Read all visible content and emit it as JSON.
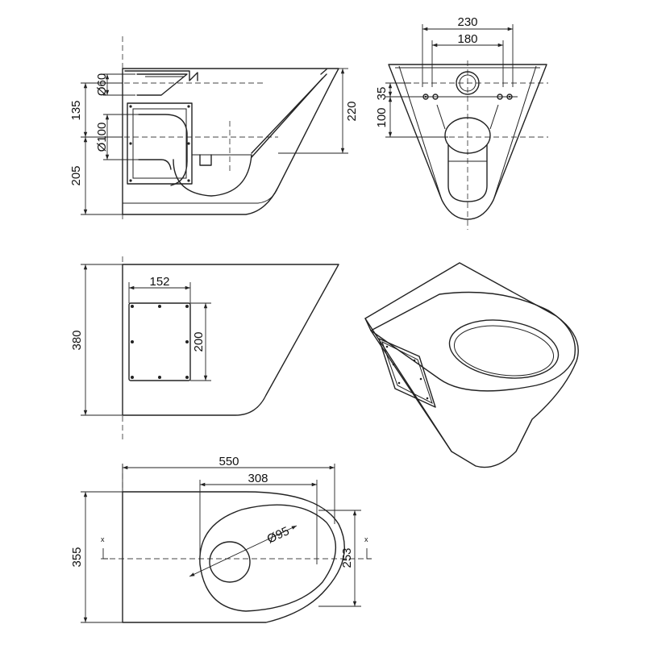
{
  "dimensions": {
    "side_view": {
      "d60": "Ø60",
      "d100": "Ø100",
      "h135": "135",
      "h205": "205",
      "h220": "220"
    },
    "front_view": {
      "w230": "230",
      "w180": "180",
      "h100": "100",
      "h35": "35"
    },
    "panel_view": {
      "h380": "380",
      "w152": "152",
      "h200": "200"
    },
    "top_view": {
      "l550": "550",
      "l308": "308",
      "d95": "Ø95",
      "w355": "355",
      "w253": "253",
      "section_mark_left": "x",
      "section_mark_right": "x"
    }
  }
}
